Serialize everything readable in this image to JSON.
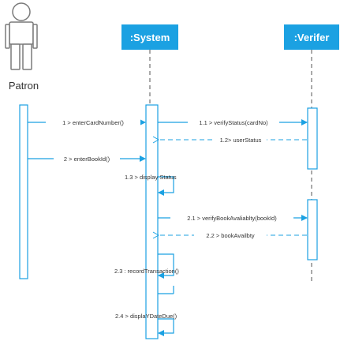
{
  "actors": {
    "patron": "Patron"
  },
  "objects": {
    "system": ":System",
    "verifier": ":Verifer"
  },
  "messages": {
    "m1": "1 > enterCardNumber()",
    "m1_1": "1.1 > verifyStatus(cardNo)",
    "m1_2": "1.2> userStatus",
    "m2": "2 > enterBookId()",
    "m1_3": "1.3 > display Status",
    "m2_1": "2.1 > verifyBookAvaliablty(bookId)",
    "m2_2": "2.2 > bookAvailbty",
    "m2_3": "2.3 : recordTransaction()",
    "m2_4": "2.4 > displaYDateDue()"
  },
  "colors": {
    "header": "#1ba1e2",
    "line": "#1ba1e2",
    "activation_fill": "#ffffff",
    "actor_stroke": "#7a7a7a",
    "lifeline": "#555555",
    "text": "#333333"
  }
}
